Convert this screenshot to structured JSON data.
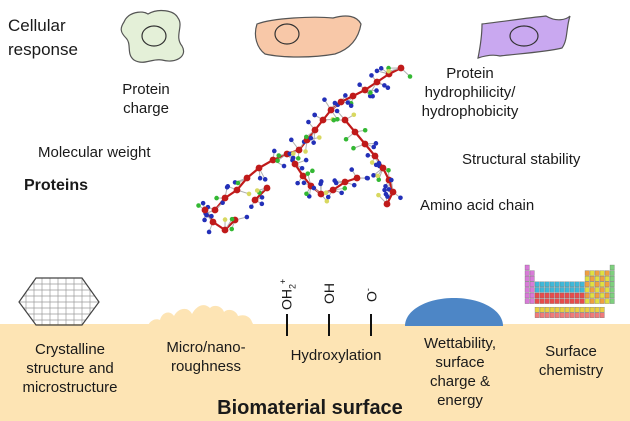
{
  "colors": {
    "surface": "#fde4b4",
    "cell_green": "#e4f0d8",
    "cell_orange": "#f8c8a8",
    "cell_purple": "#c9a8f0",
    "water_drop": "#4d86c6",
    "atom_carbon": "#c01a1a",
    "atom_nitrogen": "#2330b8",
    "atom_oxygen": "#33b833",
    "atom_sulfur": "#d8d860"
  },
  "labels": {
    "cellular_response": "Cellular\nresponse",
    "protein_charge": "Protein\ncharge",
    "protein_hydro": "Protein\nhydrophilicity/\nhydrophobicity",
    "molecular_weight": "Molecular weight",
    "structural_stability": "Structural stability",
    "proteins": "Proteins",
    "amino_acid_chain": "Amino acid chain",
    "crystalline": "Crystalline\nstructure and\nmicrostructure",
    "roughness": "Micro/nano-\nroughness",
    "hydroxylation": "Hydroxylation",
    "wettability": "Wettability,\nsurface\ncharge &\nenergy",
    "surface_chemistry": "Surface\nchemistry",
    "biomaterial_surface": "Biomaterial surface"
  },
  "hydroxyl_groups": {
    "oh2": "OH",
    "oh2_sub": "2",
    "oh2_sup": "+",
    "oh": "OH",
    "o": "O",
    "o_sup": "-"
  }
}
